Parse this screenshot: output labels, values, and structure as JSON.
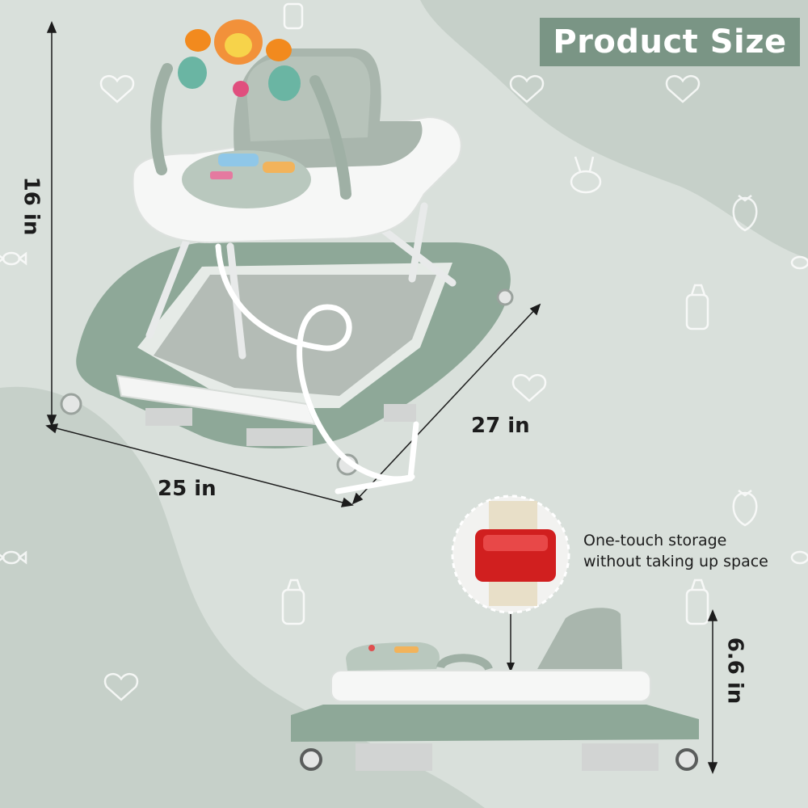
{
  "title": "Product Size",
  "dimensions": {
    "height_full": "16 in",
    "width": "25 in",
    "depth": "27 in",
    "height_folded": "6.6 in"
  },
  "storage_note": {
    "line1": "One-touch storage",
    "line2": "without taking up space"
  },
  "colors": {
    "background_light": "#d9e0db",
    "background_dark": "#c4cfc8",
    "badge": "#7a9585",
    "sage": "#8ea898",
    "seat": "#a9b6ad",
    "latch_red": "#d11f1f"
  },
  "icons": [
    "heart-outline-icon",
    "rabbit-outline-icon",
    "strawberry-outline-icon",
    "baby-bottle-outline-icon",
    "candy-outline-icon"
  ]
}
